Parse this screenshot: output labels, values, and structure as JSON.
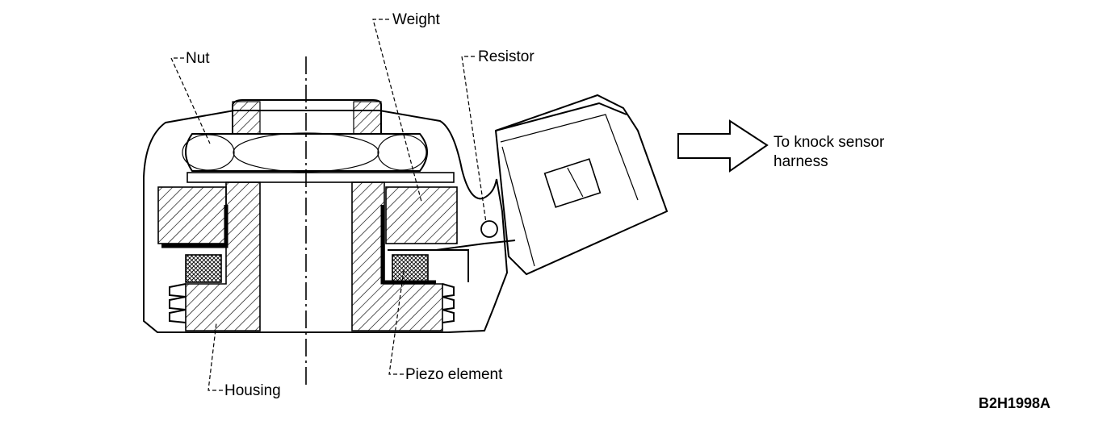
{
  "labels": {
    "nut": "Nut",
    "weight": "Weight",
    "resistor": "Resistor",
    "housing": "Housing",
    "piezo": "Piezo element",
    "harness_line1": "To knock sensor",
    "harness_line2": "harness"
  },
  "figure_code": "B2H1998A"
}
